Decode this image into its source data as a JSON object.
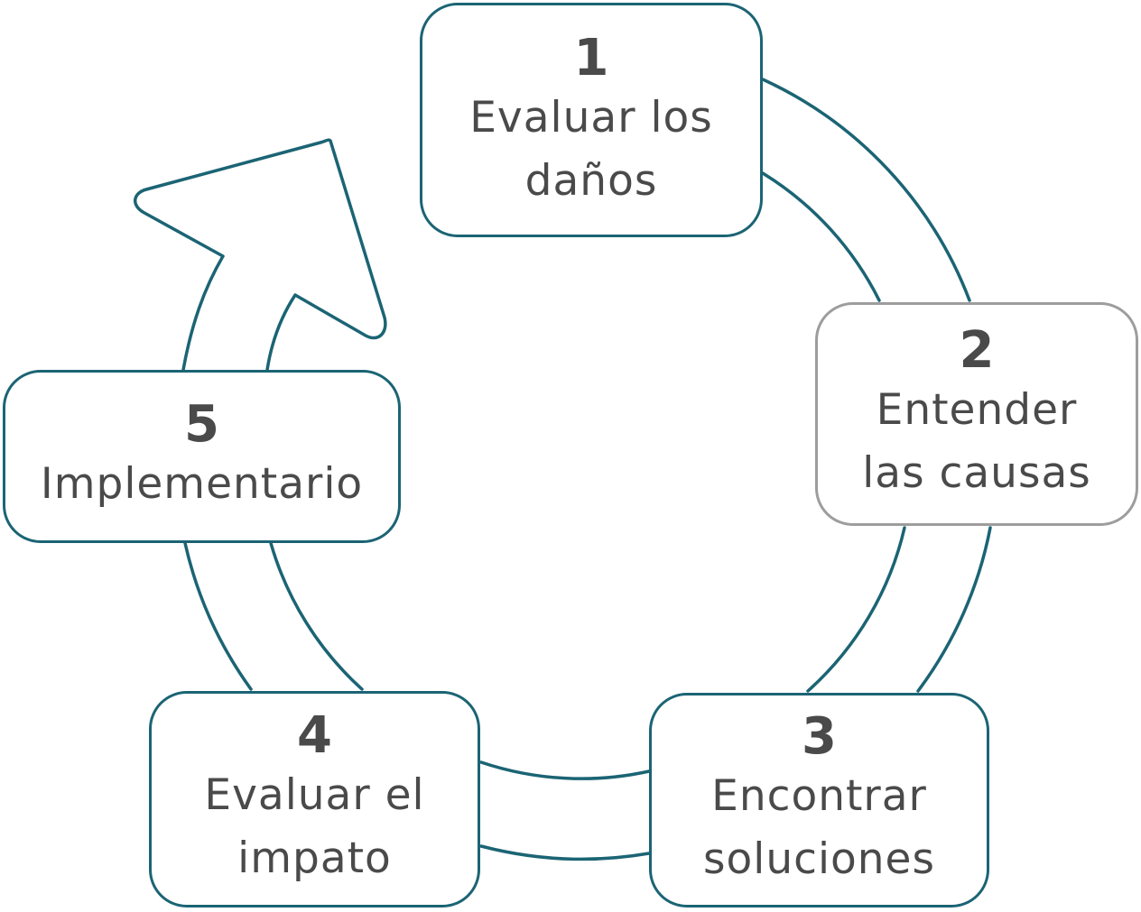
{
  "colors": {
    "stroke": "#1b6474",
    "stroke_muted": "#9d9d9d",
    "text": "#4a4a4a",
    "background": "#ffffff"
  },
  "steps": [
    {
      "number": "1",
      "label": "Evaluar los\ndaños"
    },
    {
      "number": "2",
      "label": "Entender\nlas causas"
    },
    {
      "number": "3",
      "label": "Encontrar\nsoluciones"
    },
    {
      "number": "4",
      "label": "Evaluar el\nimpato"
    },
    {
      "number": "5",
      "label": "Implementario"
    }
  ]
}
